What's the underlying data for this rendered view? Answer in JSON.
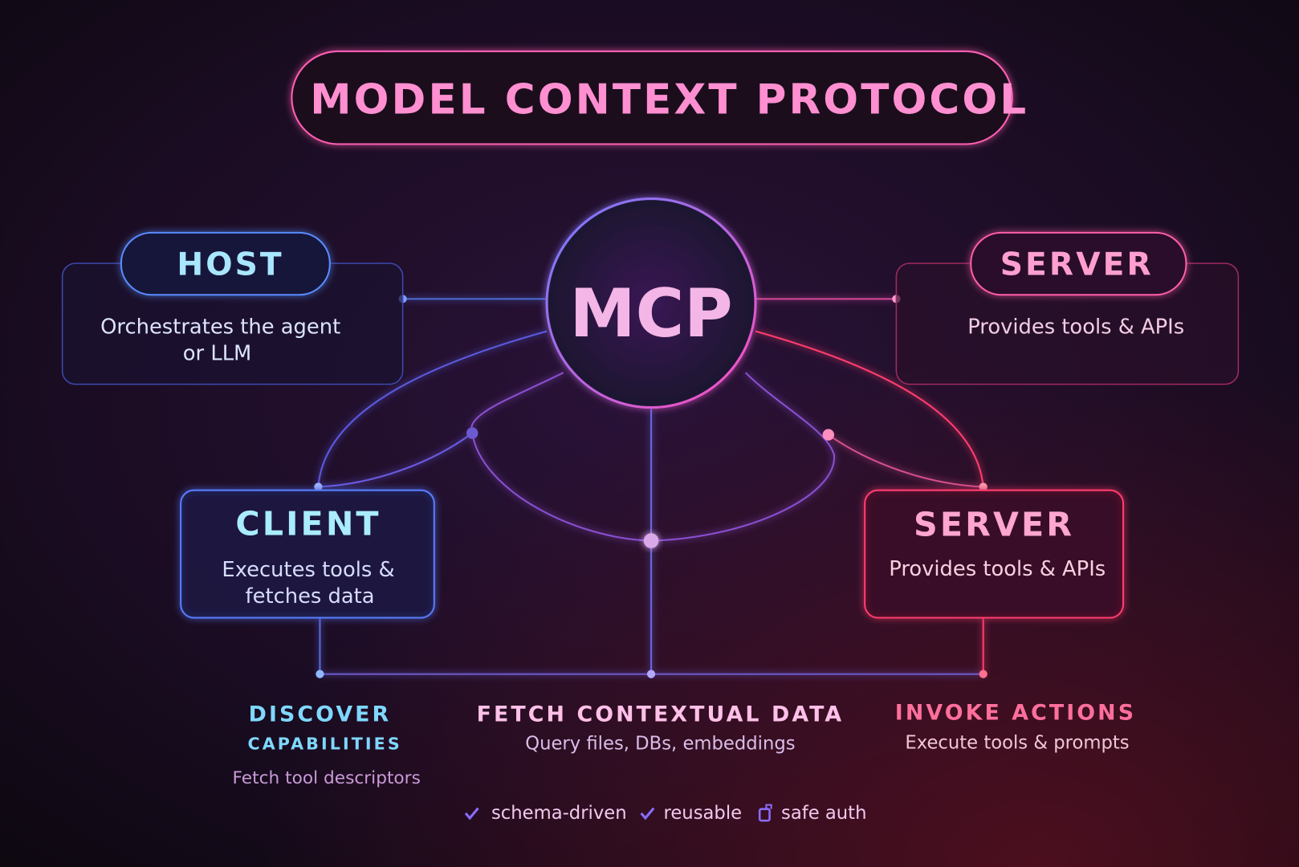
{
  "title": "MODEL CONTEXT PROTOCOL",
  "center": {
    "label": "MCP"
  },
  "host": {
    "title": "HOST",
    "desc_line1": "Orchestrates the agent",
    "desc_line2": "or LLM"
  },
  "server_top": {
    "title": "SERVER",
    "desc": "Provides tools & APIs"
  },
  "client": {
    "title": "CLIENT",
    "desc_line1": "Executes tools &",
    "desc_line2": "fetches data"
  },
  "server_bottom": {
    "title": "SERVER",
    "desc": "Provides tools & APIs"
  },
  "steps": [
    {
      "title_line1": "DISCOVER",
      "title_line2": "CAPABILITIES",
      "desc": "Fetch tool descriptors"
    },
    {
      "title_line1": "FETCH CONTEXTUAL DATA",
      "desc": "Query files, DBs, embeddings"
    },
    {
      "title_line1": "INVOKE ACTIONS",
      "desc": "Execute tools & prompts"
    }
  ],
  "features": [
    {
      "icon": "check-icon",
      "label": "schema-driven"
    },
    {
      "icon": "check-icon",
      "label": "reusable"
    },
    {
      "icon": "lock-icon",
      "label": "safe auth"
    }
  ],
  "colors": {
    "blue": "#7fd8ff",
    "pink": "#ff7fc8",
    "red": "#ff3d6e",
    "purple": "#8a6cff"
  }
}
